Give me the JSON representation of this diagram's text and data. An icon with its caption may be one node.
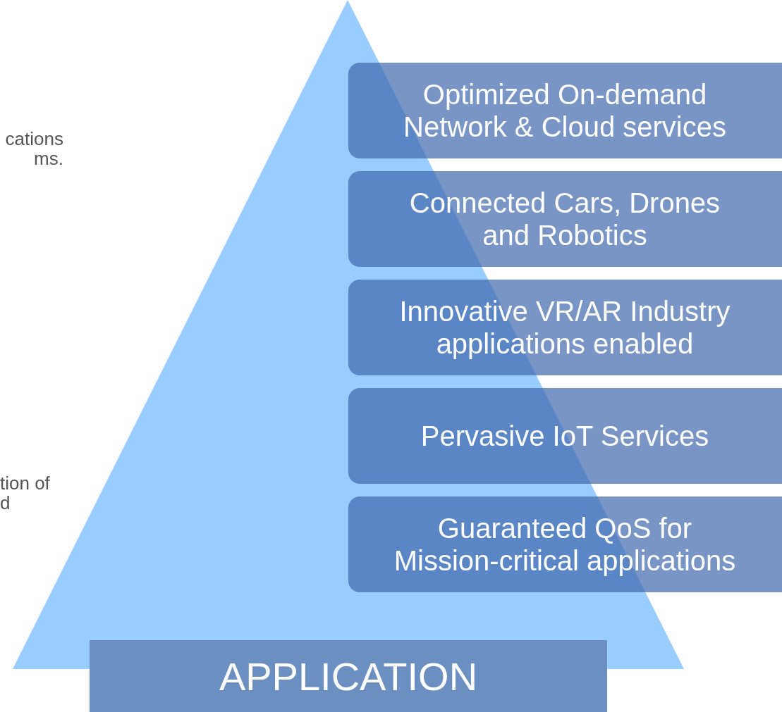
{
  "diagram": {
    "nodes": [
      {
        "text": [
          "Optimized On-demand Network & Cloud services"
        ]
      },
      {
        "text": [
          "Connected Cars, Drones and Robotics"
        ]
      },
      {
        "text": [
          "Innovative VR/AR Industry applications enabled"
        ]
      },
      {
        "text": [
          "Pervasive IoT Services"
        ]
      },
      {
        "text": [
          "Guaranteed QoS for Mission-critical applications"
        ]
      },
      {
        "text": [
          "APPLICATION"
        ]
      }
    ],
    "labels": [
      "cations ms.",
      "tion of d"
    ]
  }
}
